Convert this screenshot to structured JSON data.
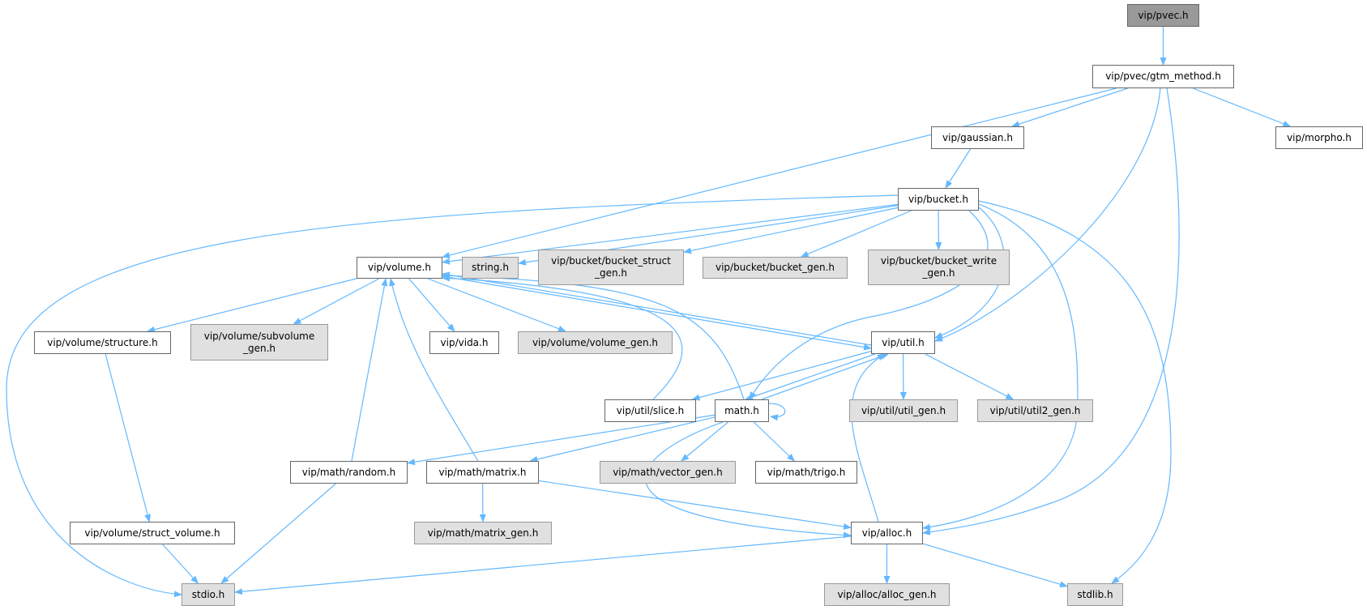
{
  "graph": {
    "title": "vip/pvec.h",
    "colors": {
      "edge": "#63b8ff",
      "root_fill": "#999999",
      "external_fill": "#e0e0e0",
      "node_fill": "#ffffff"
    },
    "nodes": {
      "pvec": {
        "lines": [
          "vip/pvec.h"
        ],
        "kind": "root"
      },
      "gtm": {
        "lines": [
          "vip/pvec/gtm_method.h"
        ],
        "kind": "node"
      },
      "gaussian": {
        "lines": [
          "vip/gaussian.h"
        ],
        "kind": "node"
      },
      "morpho": {
        "lines": [
          "vip/morpho.h"
        ],
        "kind": "node"
      },
      "bucket": {
        "lines": [
          "vip/bucket.h"
        ],
        "kind": "node"
      },
      "volume": {
        "lines": [
          "vip/volume.h"
        ],
        "kind": "node"
      },
      "string": {
        "lines": [
          "string.h"
        ],
        "kind": "ext"
      },
      "bstruct": {
        "lines": [
          "vip/bucket/bucket_struct",
          "_gen.h"
        ],
        "kind": "ext"
      },
      "bgen": {
        "lines": [
          "vip/bucket/bucket_gen.h"
        ],
        "kind": "ext"
      },
      "bwrite": {
        "lines": [
          "vip/bucket/bucket_write",
          "_gen.h"
        ],
        "kind": "ext"
      },
      "structure": {
        "lines": [
          "vip/volume/structure.h"
        ],
        "kind": "node"
      },
      "subvol": {
        "lines": [
          "vip/volume/subvolume",
          "_gen.h"
        ],
        "kind": "ext"
      },
      "vida": {
        "lines": [
          "vip/vida.h"
        ],
        "kind": "node"
      },
      "volgen": {
        "lines": [
          "vip/volume/volume_gen.h"
        ],
        "kind": "ext"
      },
      "util": {
        "lines": [
          "vip/util.h"
        ],
        "kind": "node"
      },
      "slice": {
        "lines": [
          "vip/util/slice.h"
        ],
        "kind": "node"
      },
      "math": {
        "lines": [
          "math.h"
        ],
        "kind": "node"
      },
      "utilgen": {
        "lines": [
          "vip/util/util_gen.h"
        ],
        "kind": "ext"
      },
      "util2gen": {
        "lines": [
          "vip/util/util2_gen.h"
        ],
        "kind": "ext"
      },
      "random": {
        "lines": [
          "vip/math/random.h"
        ],
        "kind": "node"
      },
      "matrix": {
        "lines": [
          "vip/math/matrix.h"
        ],
        "kind": "node"
      },
      "vecgen": {
        "lines": [
          "vip/math/vector_gen.h"
        ],
        "kind": "ext"
      },
      "trigo": {
        "lines": [
          "vip/math/trigo.h"
        ],
        "kind": "node"
      },
      "structvol": {
        "lines": [
          "vip/volume/struct_volume.h"
        ],
        "kind": "node"
      },
      "matrixgen": {
        "lines": [
          "vip/math/matrix_gen.h"
        ],
        "kind": "ext"
      },
      "alloc": {
        "lines": [
          "vip/alloc.h"
        ],
        "kind": "node"
      },
      "stdio": {
        "lines": [
          "stdio.h"
        ],
        "kind": "ext"
      },
      "allocgen": {
        "lines": [
          "vip/alloc/alloc_gen.h"
        ],
        "kind": "ext"
      },
      "stdlib": {
        "lines": [
          "stdlib.h"
        ],
        "kind": "ext"
      }
    },
    "edges": [
      [
        "pvec",
        "gtm"
      ],
      [
        "gtm",
        "volume"
      ],
      [
        "gtm",
        "gaussian"
      ],
      [
        "gtm",
        "util"
      ],
      [
        "gtm",
        "alloc"
      ],
      [
        "gtm",
        "morpho"
      ],
      [
        "gaussian",
        "bucket"
      ],
      [
        "bucket",
        "stdio"
      ],
      [
        "bucket",
        "volume"
      ],
      [
        "bucket",
        "string"
      ],
      [
        "bucket",
        "bstruct"
      ],
      [
        "bucket",
        "bgen"
      ],
      [
        "bucket",
        "bwrite"
      ],
      [
        "bucket",
        "math"
      ],
      [
        "bucket",
        "util"
      ],
      [
        "bucket",
        "alloc"
      ],
      [
        "bucket",
        "stdlib"
      ],
      [
        "volume",
        "structure"
      ],
      [
        "volume",
        "subvol"
      ],
      [
        "volume",
        "vida"
      ],
      [
        "volume",
        "volgen"
      ],
      [
        "volume",
        "util"
      ],
      [
        "util",
        "volume"
      ],
      [
        "util",
        "slice"
      ],
      [
        "util",
        "math"
      ],
      [
        "util",
        "utilgen"
      ],
      [
        "util",
        "util2gen"
      ],
      [
        "math",
        "util"
      ],
      [
        "math",
        "math"
      ],
      [
        "math",
        "volume"
      ],
      [
        "math",
        "random"
      ],
      [
        "math",
        "matrix"
      ],
      [
        "math",
        "vecgen"
      ],
      [
        "math",
        "trigo"
      ],
      [
        "math",
        "alloc"
      ],
      [
        "slice",
        "volume"
      ],
      [
        "structure",
        "structvol"
      ],
      [
        "structvol",
        "stdio"
      ],
      [
        "random",
        "volume"
      ],
      [
        "random",
        "stdio"
      ],
      [
        "matrix",
        "volume"
      ],
      [
        "matrix",
        "matrixgen"
      ],
      [
        "matrix",
        "alloc"
      ],
      [
        "alloc",
        "util"
      ],
      [
        "alloc",
        "allocgen"
      ],
      [
        "alloc",
        "stdlib"
      ],
      [
        "alloc",
        "stdio"
      ]
    ]
  }
}
